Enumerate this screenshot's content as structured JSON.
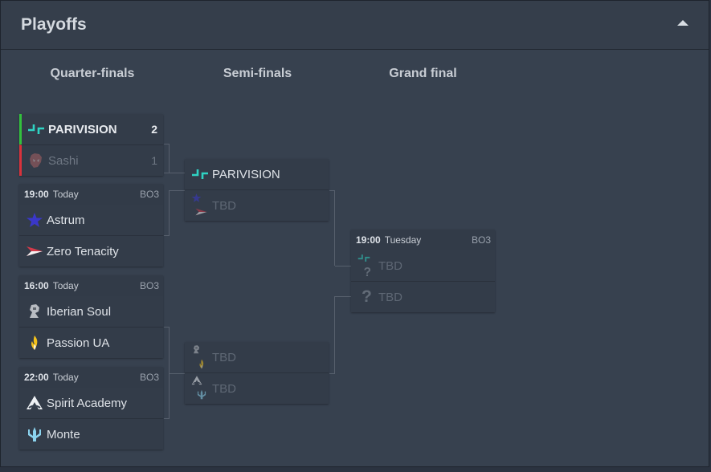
{
  "panel": {
    "title": "Playoffs"
  },
  "columns": {
    "qf": "Quarter-finals",
    "sf": "Semi-finals",
    "gf": "Grand final"
  },
  "qf1": {
    "team1": {
      "name": "PARIVISION",
      "score": "2"
    },
    "team2": {
      "name": "Sashi",
      "score": "1"
    }
  },
  "qf2": {
    "time": "19:00",
    "day": "Today",
    "format": "BO3",
    "team1": "Astrum",
    "team2": "Zero Tenacity"
  },
  "qf3": {
    "time": "16:00",
    "day": "Today",
    "format": "BO3",
    "team1": "Iberian Soul",
    "team2": "Passion UA"
  },
  "qf4": {
    "time": "22:00",
    "day": "Today",
    "format": "BO3",
    "team1": "Spirit Academy",
    "team2": "Monte"
  },
  "sf1": {
    "team1": "PARIVISION",
    "team2": "TBD"
  },
  "sf2": {
    "team1": "TBD",
    "team2": "TBD"
  },
  "gf": {
    "time": "19:00",
    "day": "Tuesday",
    "format": "BO3",
    "team1": "TBD",
    "team2": "TBD"
  },
  "colors": {
    "win": "#33c13d",
    "lose": "#d9323c",
    "parivision": "#2fd3c3"
  }
}
